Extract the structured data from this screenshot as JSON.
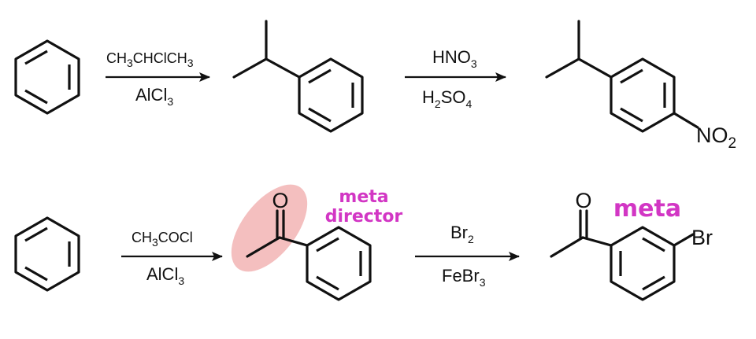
{
  "row1": {
    "step1": {
      "above": "CH3CHClCH3",
      "below": "AlCl3"
    },
    "step2": {
      "above": "HNO3",
      "below": "H2SO4"
    },
    "product_group": "NO2"
  },
  "row2": {
    "step1": {
      "above": "CH3COCl",
      "below": "AlCl3"
    },
    "step2": {
      "above": "Br2",
      "below": "FeBr3"
    },
    "carbonyl_oxygen_1": "O",
    "carbonyl_oxygen_2": "O",
    "substituent": "Br",
    "annotation_meta_director": [
      "meta",
      "director"
    ],
    "annotation_meta": "meta"
  },
  "colors": {
    "annotation": "#d236c4",
    "highlight": "#f2b4b4",
    "ink": "#111111"
  }
}
